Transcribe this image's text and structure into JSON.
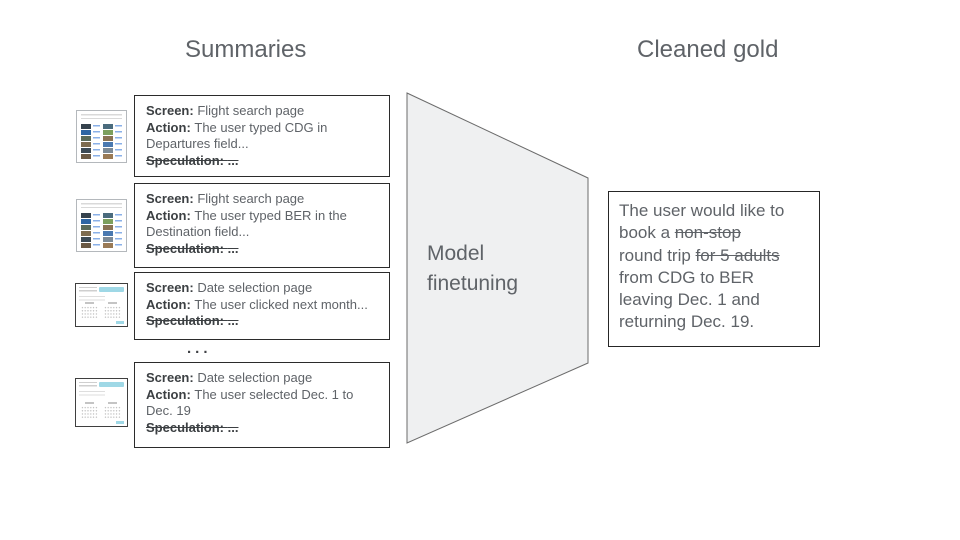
{
  "headers": {
    "summaries": "Summaries",
    "cleaned_gold": "Cleaned gold"
  },
  "funnel": {
    "label": "Model finetuning",
    "fill": "#eff0f1",
    "stroke": "#6b6b6b"
  },
  "ellipsis": "...",
  "summaries": [
    {
      "thumbnail": "flight-search-results-screenshot",
      "lines": [
        [
          {
            "t": "Screen: ",
            "b": true
          },
          {
            "t": "Flight search page"
          }
        ],
        [
          {
            "t": "Action: ",
            "b": true
          },
          {
            "t": "The user typed CDG in"
          }
        ],
        [
          {
            "t": "Departures field..."
          }
        ],
        [
          {
            "t": "Speculation: ",
            "b": true,
            "s": true
          },
          {
            "t": "...",
            "b": true,
            "s": true
          }
        ]
      ]
    },
    {
      "thumbnail": "flight-search-results-screenshot",
      "lines": [
        [
          {
            "t": "Screen: ",
            "b": true
          },
          {
            "t": "Flight search page"
          }
        ],
        [
          {
            "t": "Action: ",
            "b": true
          },
          {
            "t": "The user typed BER in the"
          }
        ],
        [
          {
            "t": "Destination field..."
          }
        ],
        [
          {
            "t": "Speculation: ",
            "b": true,
            "s": true
          },
          {
            "t": "...",
            "b": true,
            "s": true
          }
        ]
      ]
    },
    {
      "thumbnail": "date-selection-calendar-screenshot",
      "lines": [
        [
          {
            "t": "Screen: ",
            "b": true
          },
          {
            "t": "Date selection page"
          }
        ],
        [
          {
            "t": "Action: ",
            "b": true
          },
          {
            "t": "The user clicked next month..."
          }
        ],
        [
          {
            "t": "Speculation: ",
            "b": true,
            "s": true
          },
          {
            "t": "...",
            "b": true,
            "s": true
          }
        ]
      ]
    },
    {
      "thumbnail": "date-selection-calendar-screenshot",
      "lines": [
        [
          {
            "t": "Screen: ",
            "b": true
          },
          {
            "t": "Date selection page"
          }
        ],
        [
          {
            "t": "Action: ",
            "b": true
          },
          {
            "t": "The user selected Dec. 1 to"
          }
        ],
        [
          {
            "t": "Dec. 19"
          }
        ],
        [
          {
            "t": "Speculation: ",
            "b": true,
            "s": true
          },
          {
            "t": "...",
            "b": true,
            "s": true
          }
        ]
      ]
    }
  ],
  "gold": {
    "lines": [
      [
        {
          "t": "The user would like to"
        }
      ],
      [
        {
          "t": "book a "
        },
        {
          "t": "non-stop",
          "s": true
        }
      ],
      [
        {
          "t": "round trip "
        },
        {
          "t": "for 5 adults",
          "s": true
        }
      ],
      [
        {
          "t": "from CDG to BER"
        }
      ],
      [
        {
          "t": "leaving Dec. 1 and"
        }
      ],
      [
        {
          "t": "returning Dec. 19."
        }
      ]
    ]
  }
}
